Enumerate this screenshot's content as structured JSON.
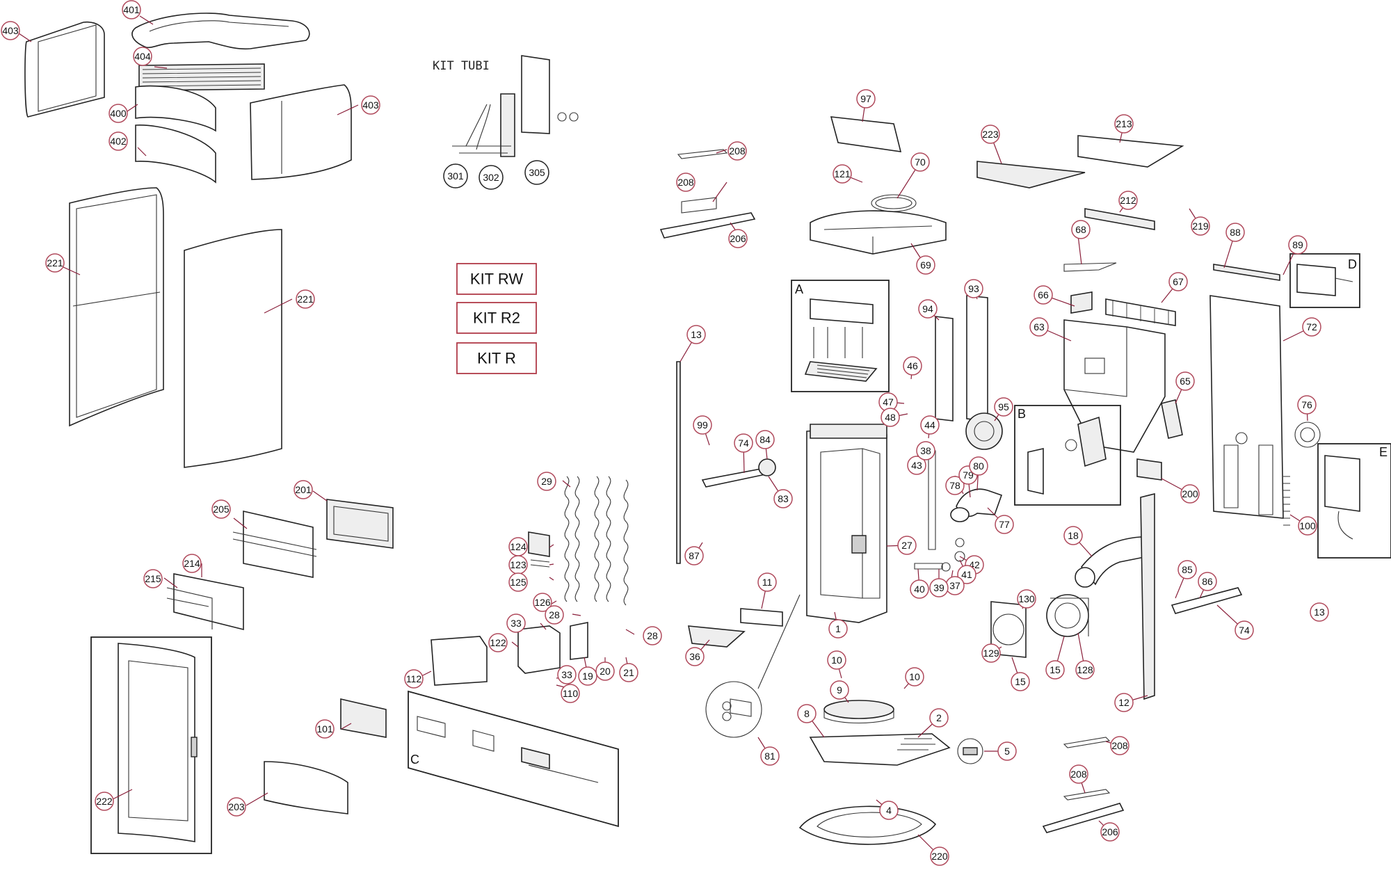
{
  "kits": {
    "tubi": "KIT TUBI",
    "rw": "KIT RW",
    "r2": "KIT R2",
    "r": "KIT R"
  },
  "box_labels": {
    "a": "A",
    "b": "B",
    "c": "C",
    "d": "D",
    "e": "E"
  },
  "callouts": [
    "401",
    "403",
    "404",
    "400",
    "402",
    "403",
    "221",
    "221",
    "301",
    "302",
    "305",
    "208",
    "208",
    "206",
    "97",
    "121",
    "70",
    "69",
    "223",
    "213",
    "212",
    "219",
    "88",
    "89",
    "13",
    "99",
    "74",
    "84",
    "83",
    "87",
    "94",
    "93",
    "46",
    "47",
    "48",
    "44",
    "43",
    "38",
    "95",
    "66",
    "67",
    "63",
    "72",
    "65",
    "76",
    "200",
    "100",
    "78",
    "79",
    "80",
    "77",
    "27",
    "42",
    "41",
    "37",
    "39",
    "40",
    "11",
    "36",
    "81",
    "1",
    "10",
    "10",
    "9",
    "8",
    "2",
    "5",
    "4",
    "220",
    "18",
    "130",
    "129",
    "15",
    "15",
    "128",
    "85",
    "86",
    "74",
    "13",
    "12",
    "208",
    "208",
    "206",
    "205",
    "201",
    "214",
    "215",
    "222",
    "101",
    "203",
    "29",
    "124",
    "123",
    "125",
    "126",
    "28",
    "28",
    "33",
    "122",
    "33",
    "110",
    "112",
    "19",
    "20",
    "21",
    "68"
  ],
  "colors": {
    "callout_stroke": "#b04a5c",
    "kit_box_stroke": "#b03a48",
    "line": "#222222"
  }
}
